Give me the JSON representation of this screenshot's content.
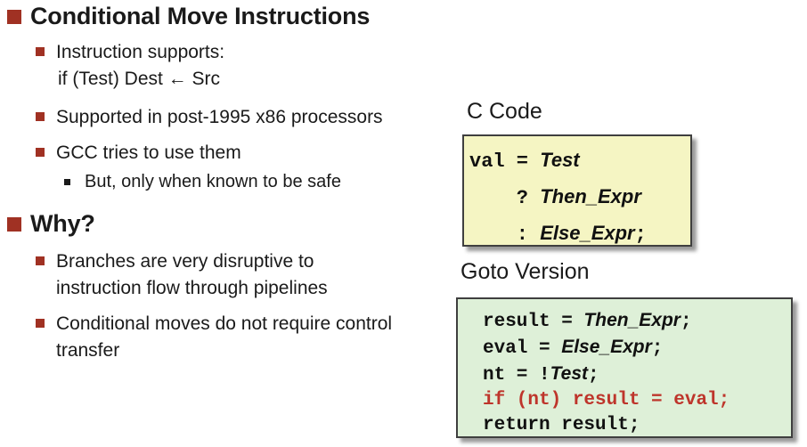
{
  "slide": {
    "title": "Conditional Move Instructions",
    "bullets": {
      "instruction_supports": "Instruction supports:",
      "if_test": "if (Test) Dest ← Src",
      "supported": "Supported in post-1995 x86 processors",
      "gcc": "GCC tries to use them",
      "but_safe": "But, only when known to be safe",
      "why": "Why?",
      "branches": "Branches are very disruptive to\ninstruction flow through pipelines",
      "cond_moves": "Conditional moves do not require control\ntransfer"
    }
  },
  "panels": {
    "c_code": {
      "label": "C Code",
      "lines": [
        {
          "segments": [
            {
              "text": "val = "
            },
            {
              "text": "Test"
            }
          ]
        },
        {
          "segments": [
            {
              "text": "    ? "
            },
            {
              "text": "Then_Expr"
            }
          ]
        },
        {
          "segments": [
            {
              "text": "    : "
            },
            {
              "text": "Else_Expr"
            },
            {
              "text": ";"
            }
          ]
        }
      ]
    },
    "goto_version": {
      "label": "Goto Version",
      "lines": [
        {
          "segments": [
            {
              "text": "result = "
            },
            {
              "text": "Then_Expr"
            },
            {
              "text": ";"
            }
          ]
        },
        {
          "segments": [
            {
              "text": "eval = "
            },
            {
              "text": "Else_Expr"
            },
            {
              "text": ";"
            }
          ]
        },
        {
          "segments": [
            {
              "text": "nt = !"
            },
            {
              "text": "Test"
            },
            {
              "text": ";"
            }
          ]
        },
        {
          "segments": [
            {
              "text": "if (nt) result = eval;"
            }
          ]
        },
        {
          "segments": [
            {
              "text": "return result;"
            }
          ]
        }
      ]
    }
  },
  "colors": {
    "bullet_red": "#a03123",
    "code_red": "#be352b",
    "c_code_box_bg": "#f5f5c3",
    "goto_box_bg": "#def0d8",
    "box_border": "#3f3f3f",
    "text": "#1a1a1a"
  }
}
